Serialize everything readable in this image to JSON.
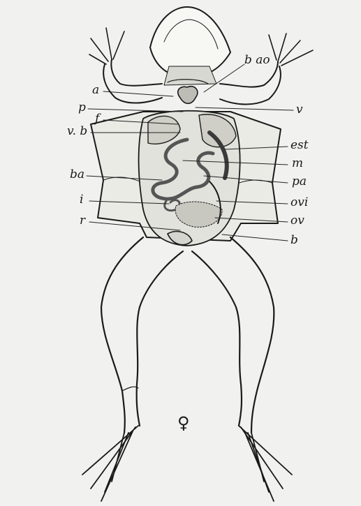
{
  "figure": {
    "labels": {
      "b_ao": "b ao",
      "a": "a",
      "p": "p",
      "v": "v",
      "vb": "v. b",
      "f": "f",
      "est": "est",
      "m": "m",
      "ba": "ba",
      "pa": "pa",
      "i": "i",
      "ovi": "ovi",
      "r": "r",
      "ov": "ov",
      "b": "b"
    },
    "sex_symbol": "♀"
  },
  "colors": {
    "paper": "#f1f1ef",
    "ink": "#1a1a1a"
  }
}
